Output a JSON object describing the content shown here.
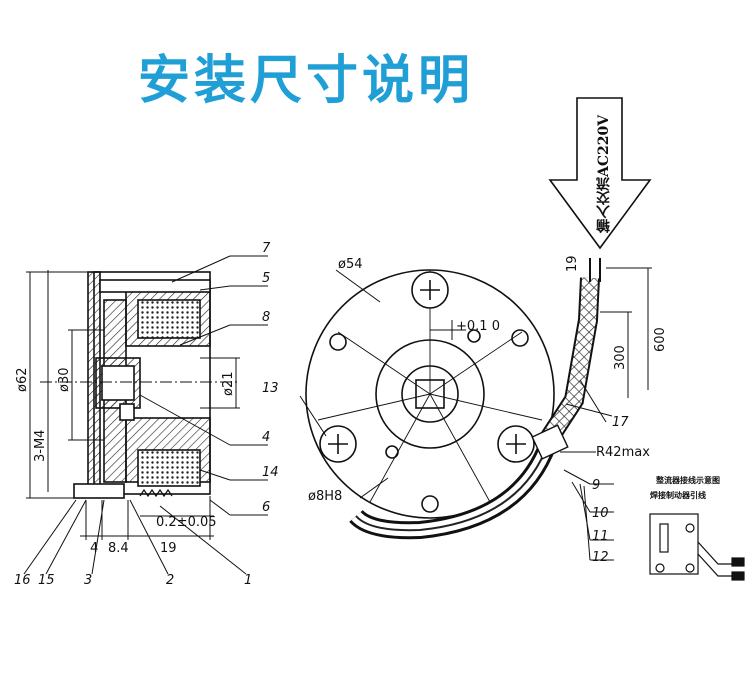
{
  "title": "安装尺寸说明",
  "arrow_text": "输入交流AC220V",
  "side_dims": {
    "d62": "ø62",
    "d30": "ø30",
    "d21": "ø21",
    "m4": "3-M4",
    "w4": "4",
    "w84": "8.4",
    "w19": "19",
    "gap": "0.2±0.05"
  },
  "front_dims": {
    "d54": "ø54",
    "d8h8": "ø8H8",
    "tol": "+0.1\n0",
    "r42": "R42max",
    "l19": "19",
    "l300": "300",
    "l600": "600"
  },
  "part_labels": {
    "p1": "1",
    "p2": "2",
    "p3": "3",
    "p4": "4",
    "p5": "5",
    "p6": "6",
    "p7": "7",
    "p8": "8",
    "p9": "9",
    "p10": "10",
    "p11": "11",
    "p12": "12",
    "p13": "13",
    "p14": "14",
    "p15": "15",
    "p16": "16",
    "p17": "17"
  },
  "inset": {
    "title": "整流器接线示意图",
    "subtitle": "焊接制动器引线"
  }
}
